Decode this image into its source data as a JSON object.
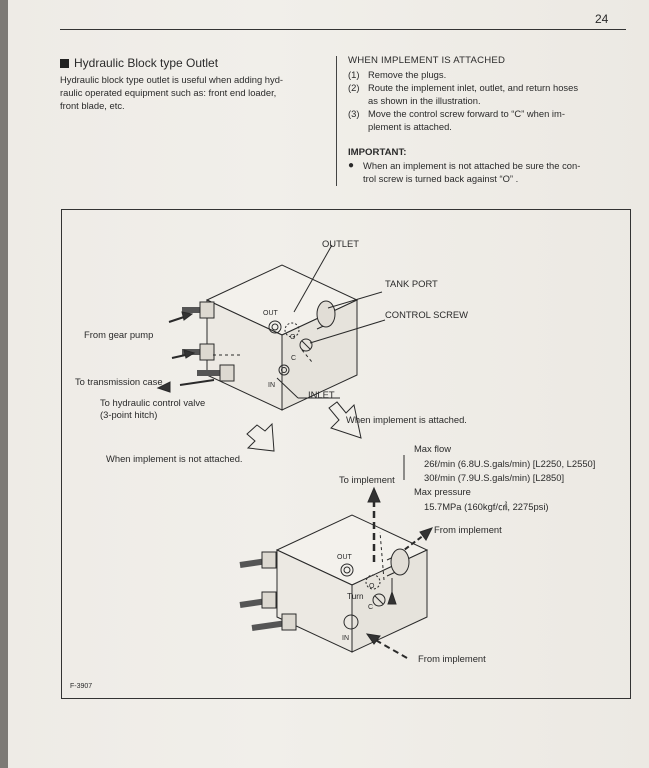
{
  "page": {
    "number": "24"
  },
  "left_column": {
    "title": "Hydraulic Block type Outlet",
    "intro_lines": [
      "Hydraulic block type outlet is useful when adding hyd-",
      "raulic operated equipment such as: front end loader,",
      "front blade, etc."
    ]
  },
  "right_column": {
    "heading": "WHEN IMPLEMENT IS ATTACHED",
    "steps": [
      {
        "num": "(1)",
        "lines": [
          "Remove the plugs."
        ]
      },
      {
        "num": "(2)",
        "lines": [
          "Route the implement inlet, outlet, and return hoses",
          "as shown in the illustration."
        ]
      },
      {
        "num": "(3)",
        "lines": [
          "Move the control screw forward to “C” when im-",
          "plement is attached."
        ]
      }
    ],
    "important_title": "IMPORTANT:",
    "important_lines": [
      "When an implement is not attached be sure the con-",
      "trol screw is turned back against “O” ."
    ]
  },
  "figure": {
    "id": "F-3907",
    "labels": {
      "outlet": "OUTLET",
      "tank_port": "TANK PORT",
      "control_screw": "CONTROL SCREW",
      "from_gear_pump": "From gear pump",
      "to_transmission_case": "To transmission case",
      "to_hydraulic_valve_1": "To hydraulic control valve",
      "to_hydraulic_valve_2": "(3-point hitch)",
      "inlet": "INLET",
      "when_attached": "When implement is attached.",
      "when_not_attached": "When implement is not attached.",
      "to_implement": "To implement",
      "from_implement_top": "From implement",
      "from_implement_bottom": "From implement",
      "max_flow": "Max flow",
      "flow_1": "26ℓ/min (6.8U.S.gals/min) [L2250, L2550]",
      "flow_2": "30ℓ/min (7.9U.S.gals/min) [L2850]",
      "max_pressure": "Max pressure",
      "pressure": "15.7MPa (160kgf/㎠, 2275psi)",
      "out_top": "OUT",
      "in_top": "IN",
      "o_top": "O",
      "c_top": "C",
      "out_bottom": "OUT",
      "in_bottom": "IN",
      "o_bottom": "O",
      "c_bottom": "C",
      "turn": "Turn"
    }
  },
  "colors": {
    "ink": "#2a2a2a",
    "paper": "#efece7",
    "background": "#7d7a76"
  }
}
